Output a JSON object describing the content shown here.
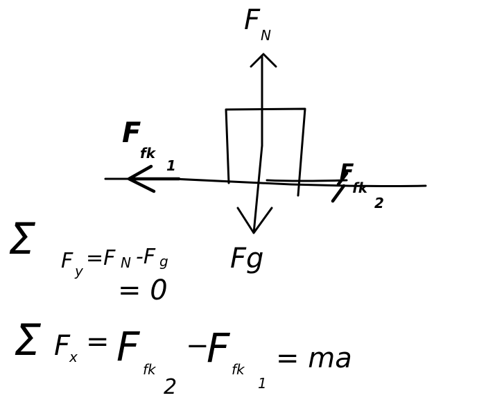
{
  "labels": {
    "normal_force": {
      "main": "F",
      "sub": "N"
    },
    "gravity": {
      "main": "Fg"
    },
    "friction_left": {
      "main": "F",
      "sub": "fk",
      "subsub": "1"
    },
    "friction_right": {
      "main": "F",
      "sub": "fk",
      "subsub": "2"
    }
  },
  "equations": {
    "sum_fy": {
      "sigma": "Σ",
      "lhs": "F",
      "lhs_sub": "y",
      "rhs": "=F",
      "rhs_sub": "N",
      "rhs_tail": "-F",
      "rhs_tail_sub": "g",
      "line2": "= 0"
    },
    "sum_fx": {
      "sigma": "Σ",
      "lhs": "F",
      "lhs_sub": "x",
      "eq": "=",
      "term1": "F",
      "term1_sub": "fk",
      "term1_subsub": "2",
      "minus": "−",
      "term2": "F",
      "term2_sub": "fk",
      "term2_subsub": "1",
      "rhs": "= ma"
    }
  },
  "colors": {
    "ink": "#000000",
    "background": "#ffffff"
  }
}
